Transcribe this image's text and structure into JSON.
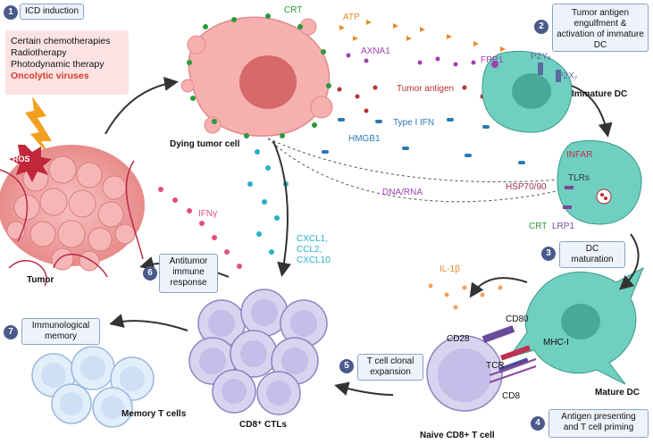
{
  "steps": [
    {
      "number": "1",
      "label": "ICD induction"
    },
    {
      "number": "2",
      "label": "Tumor antigen engulfment & activation of immature DC"
    },
    {
      "number": "3",
      "label": "DC maturation"
    },
    {
      "number": "4",
      "label": "Antigen presenting and T cell priming"
    },
    {
      "number": "5",
      "label": "T cell clonal expansion"
    },
    {
      "number": "6",
      "label": "Antitumor immune response"
    },
    {
      "number": "7",
      "label": "Immunological memory"
    }
  ],
  "treatments": [
    "Certain chemotherapies",
    "Radiotherapy",
    "Photodynamic therapy",
    "Oncolytic viruses"
  ],
  "cells": {
    "dying_tumor": "Dying tumor cell",
    "tumor": "Tumor",
    "immature_dc": "Immature DC",
    "mature_dc": "Mature DC",
    "naive_t": "Naive CD8+ T cell",
    "ctl": "CD8⁺ CTLs",
    "memory": "Memory T cells"
  },
  "molecules": {
    "ros": "ROS",
    "crt_top": "CRT",
    "atp": "ATP",
    "axna1": "AXNA1",
    "tumor_antigen": "Tumor antigen",
    "type1_ifn": "Type I IFN",
    "hmgb1": "HMGB1",
    "dna_rna": "DNA/RNA",
    "fpr1": "FPR1",
    "p2y2": "P2Y₂",
    "p2x7": "P2X₇",
    "infar": "INFAR",
    "tlrs": "TLRs",
    "hsp": "HSP70/90",
    "crt_dc": "CRT",
    "lrp1": "LRP1",
    "il1b": "IL-1β",
    "cd80": "CD80",
    "cd28": "CD28",
    "mhc1": "MHC-I",
    "tcr": "TCR",
    "cd8": "CD8",
    "ifng": "IFNγ",
    "cxcl": [
      "CXCL1,",
      "CCL2,",
      "CXCL10"
    ]
  },
  "colors": {
    "step_circle": "#4a5a8c",
    "box_fill": "#eef3fb",
    "box_border": "#8aa4c8",
    "treatment_bg": "#fbe3e3",
    "oncolytic": "#d63a2a",
    "tumor_pink": "#f4a9a9",
    "dc_teal": "#6fcfc0",
    "tcell_lavender": "#d8d4f0",
    "memory_blue": "#d8e8f8",
    "atp_orange": "#e88a2a",
    "axna1_purple": "#a040b0",
    "antigen_red": "#b83030",
    "ifn_blue": "#2a7ab0",
    "cxcl_cyan": "#2ab0c8"
  }
}
